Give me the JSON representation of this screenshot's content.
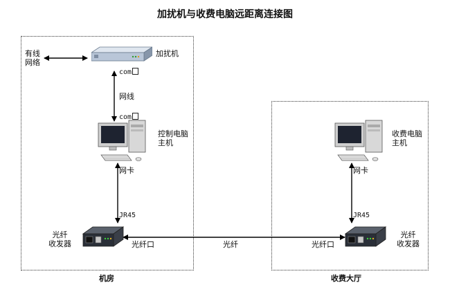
{
  "title": "加扰机与收费电脑远距离连接图",
  "zones": {
    "left_label": "机房",
    "right_label": "收费大厅"
  },
  "labels": {
    "wired_network_l1": "有线",
    "wired_network_l2": "网络",
    "scrambler": "加扰机",
    "com_top": "com",
    "com_bottom": "com",
    "network_cable": "网线",
    "control_pc_l1": "控制电脑",
    "control_pc_l2": "主机",
    "billing_pc_l1": "收费电脑",
    "billing_pc_l2": "主机",
    "nic_left": "网卡",
    "nic_right": "网卡",
    "jr45_left": "JR45",
    "jr45_right": "JR45",
    "transceiver_left_l1": "光纤",
    "transceiver_left_l2": "收发器",
    "transceiver_right_l1": "光纤",
    "transceiver_right_l2": "收发器",
    "fiber_port_left": "光纤口",
    "fiber_port_right": "光纤口",
    "fiber": "光纤"
  },
  "colors": {
    "line": "#000000",
    "rack": "#b9c6d8",
    "transceiver": "#2a2f38"
  }
}
